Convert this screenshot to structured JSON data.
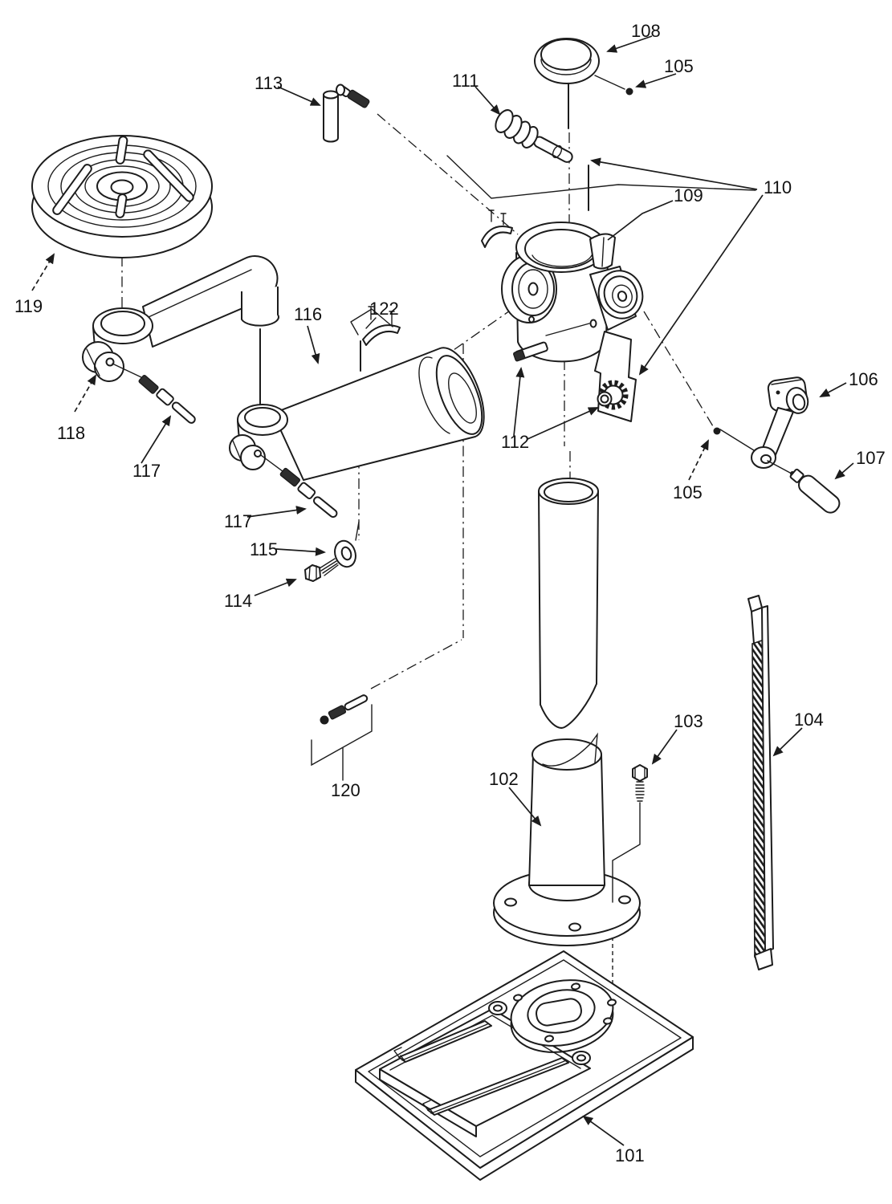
{
  "diagram": {
    "type": "exploded-parts-diagram",
    "background_color": "#ffffff",
    "line_color": "#1c1c1c",
    "callouts": {
      "l101": "101",
      "l102": "102",
      "l103": "103",
      "l104": "104",
      "l105a": "105",
      "l105b": "105",
      "l106": "106",
      "l107": "107",
      "l108": "108",
      "l109": "109",
      "l110": "110",
      "l111": "111",
      "l112": "112",
      "l113": "113",
      "l114": "114",
      "l115": "115",
      "l116": "116",
      "l117a": "117",
      "l117b": "117",
      "l118": "118",
      "l119": "119",
      "l120": "120",
      "l122": "122"
    }
  }
}
